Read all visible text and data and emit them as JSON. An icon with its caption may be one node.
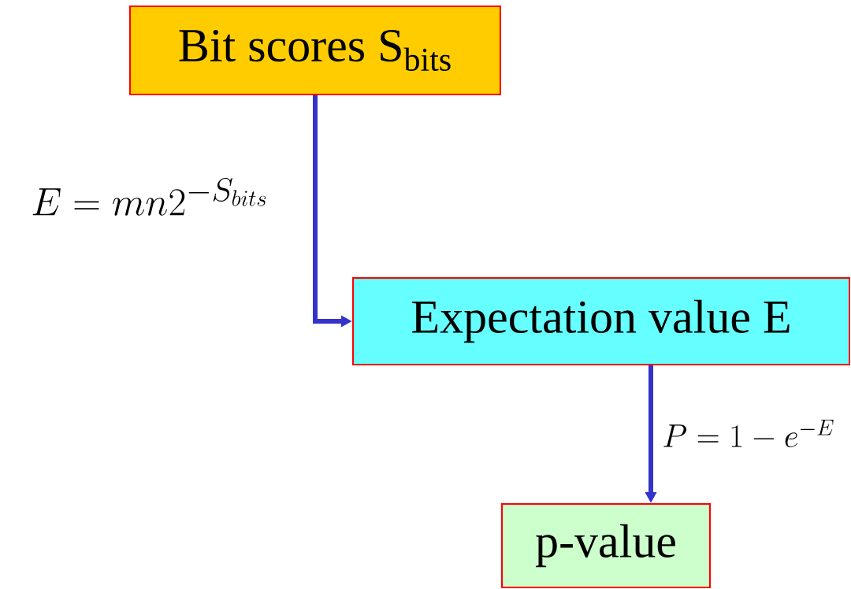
{
  "diagram": {
    "nodes": [
      {
        "text": [
          "Bit scores S$_{bits}$"
        ]
      },
      {
        "text": [
          "Expectation value E"
        ]
      },
      {
        "text": [
          "p-value"
        ]
      }
    ],
    "edges": [
      {
        "from": 0,
        "to": 1,
        "arrow": "to",
        "label": "E = mn2^{-S_{bits}}"
      },
      {
        "from": 1,
        "to": 2,
        "arrow": "to",
        "label": "P = 1 - e^{-E}"
      }
    ]
  }
}
